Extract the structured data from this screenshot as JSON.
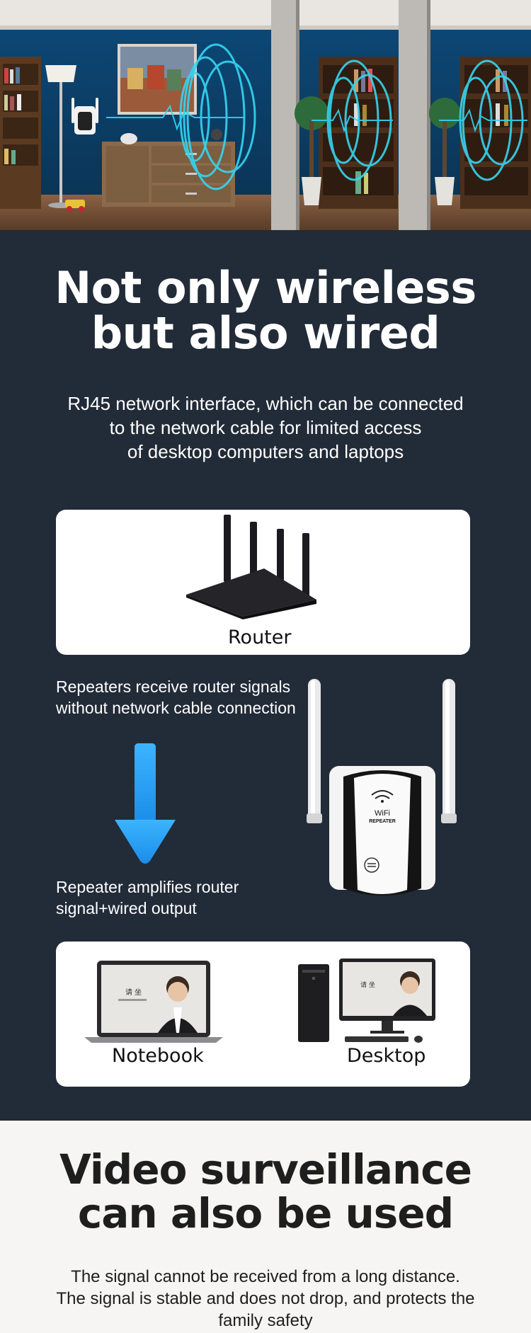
{
  "hero": {
    "scene": "room-with-wifi-repeater-signal-waves"
  },
  "wired_section": {
    "headline_line1": "Not only wireless",
    "headline_line2": "but also wired",
    "subtext_line1": "RJ45 network interface, which can be connected",
    "subtext_line2": "to the network cable for limited access",
    "subtext_line3": "of desktop computers and laptops",
    "router_label": "Router",
    "note_top_line1": "Repeaters receive router signals",
    "note_top_line2": "without network cable connection",
    "note_bottom_line1": "Repeater amplifies router",
    "note_bottom_line2": "signal+wired output",
    "repeater_text_line1": "WiFi",
    "repeater_text_line2": "REPEATER",
    "notebook_label": "Notebook",
    "desktop_label": "Desktop",
    "screen_text": "请 坐",
    "arrow_color": "#2aa3f5"
  },
  "surveillance_section": {
    "headline_line1": "Video surveillance",
    "headline_line2": "can also be used",
    "subtext_line1": "The signal cannot be received from a long distance.",
    "subtext_line2": "The signal is stable and does not drop, and protects the",
    "subtext_line3": "family safety"
  },
  "colors": {
    "dark_bg": "#222b38",
    "light_bg": "#f6f5f3",
    "wave": "#2fd0ee"
  }
}
